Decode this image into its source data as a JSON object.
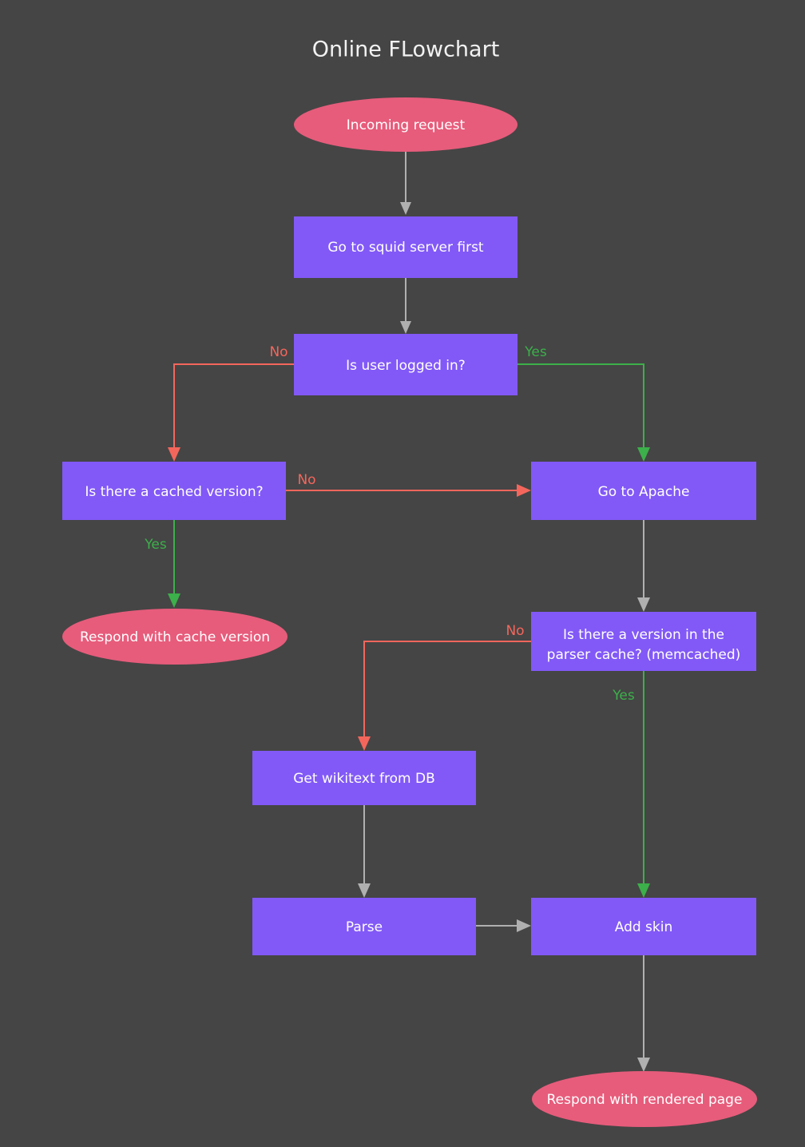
{
  "page": {
    "title": "Online FLowchart",
    "background_color": "#454545"
  },
  "colors": {
    "process_fill": "#8259f7",
    "terminator_fill": "#e75c7b",
    "node_text": "#ffffff",
    "title_text": "#f2f2f2",
    "edge_default": "#b0b0b0",
    "edge_no": "#f4665c",
    "edge_yes": "#3cb04a"
  },
  "chart_data": {
    "type": "diagram",
    "title": "Online FLowchart",
    "diagram_kind": "flowchart",
    "nodes": [
      {
        "id": "incoming",
        "label": "Incoming request",
        "shape": "ellipse",
        "color": "#e75c7b"
      },
      {
        "id": "squid",
        "label": "Go to squid server first",
        "shape": "rectangle",
        "color": "#8259f7"
      },
      {
        "id": "loggedin",
        "label": "Is user logged in?",
        "shape": "rectangle",
        "color": "#8259f7"
      },
      {
        "id": "cached",
        "label": "Is there a cached version?",
        "shape": "rectangle",
        "color": "#8259f7"
      },
      {
        "id": "apache",
        "label": "Go to Apache",
        "shape": "rectangle",
        "color": "#8259f7"
      },
      {
        "id": "respondcache",
        "label": "Respond with cache version",
        "shape": "ellipse",
        "color": "#e75c7b"
      },
      {
        "id": "memcached",
        "label_line1": "Is there a version in the",
        "label_line2": "parser cache? (memcached)",
        "shape": "rectangle",
        "color": "#8259f7"
      },
      {
        "id": "wikitext",
        "label": "Get wikitext from DB",
        "shape": "rectangle",
        "color": "#8259f7"
      },
      {
        "id": "parse",
        "label": "Parse",
        "shape": "rectangle",
        "color": "#8259f7"
      },
      {
        "id": "addskin",
        "label": "Add skin",
        "shape": "rectangle",
        "color": "#8259f7"
      },
      {
        "id": "respondpage",
        "label": "Respond with rendered page",
        "shape": "ellipse",
        "color": "#e75c7b"
      }
    ],
    "edges": [
      {
        "from": "incoming",
        "to": "squid",
        "label": "",
        "color": "#b0b0b0"
      },
      {
        "from": "squid",
        "to": "loggedin",
        "label": "",
        "color": "#b0b0b0"
      },
      {
        "from": "loggedin",
        "to": "cached",
        "label": "No",
        "color": "#f4665c"
      },
      {
        "from": "loggedin",
        "to": "apache",
        "label": "Yes",
        "color": "#3cb04a"
      },
      {
        "from": "cached",
        "to": "apache",
        "label": "No",
        "color": "#f4665c"
      },
      {
        "from": "cached",
        "to": "respondcache",
        "label": "Yes",
        "color": "#3cb04a"
      },
      {
        "from": "apache",
        "to": "memcached",
        "label": "",
        "color": "#b0b0b0"
      },
      {
        "from": "memcached",
        "to": "wikitext",
        "label": "No",
        "color": "#f4665c"
      },
      {
        "from": "memcached",
        "to": "addskin",
        "label": "Yes",
        "color": "#3cb04a"
      },
      {
        "from": "wikitext",
        "to": "parse",
        "label": "",
        "color": "#b0b0b0"
      },
      {
        "from": "parse",
        "to": "addskin",
        "label": "",
        "color": "#b0b0b0"
      },
      {
        "from": "addskin",
        "to": "respondpage",
        "label": "",
        "color": "#b0b0b0"
      }
    ],
    "edge_labels": {
      "loggedin_no": "No",
      "loggedin_yes": "Yes",
      "cached_no": "No",
      "cached_yes": "Yes",
      "memcached_no": "No",
      "memcached_yes": "Yes"
    }
  }
}
